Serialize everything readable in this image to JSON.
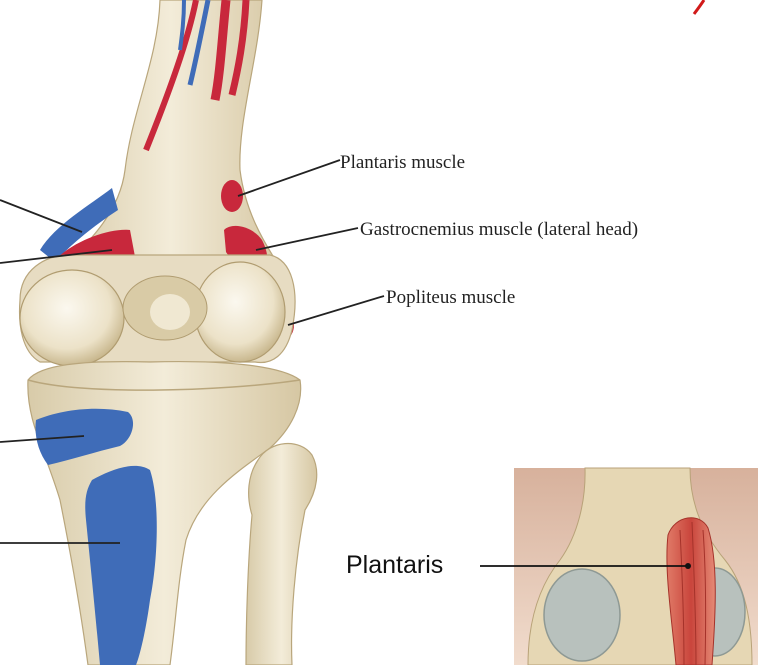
{
  "main_figure": {
    "labels": {
      "plantaris": "Plantaris muscle",
      "gastrocnemius_lateral": "Gastrocnemius muscle (lateral head)",
      "popliteus": "Popliteus muscle"
    }
  },
  "inset_figure": {
    "label": "Plantaris"
  },
  "colors": {
    "bone": "#ede3cc",
    "bone_shadow": "#cdbf9c",
    "muscle_origin_red": "#c8283c",
    "muscle_insertion_blue": "#3f6cb8",
    "inset_bg": "#e9c7b4",
    "inset_muscle": "#d2604f",
    "cartilage": "#b8c1bd"
  }
}
